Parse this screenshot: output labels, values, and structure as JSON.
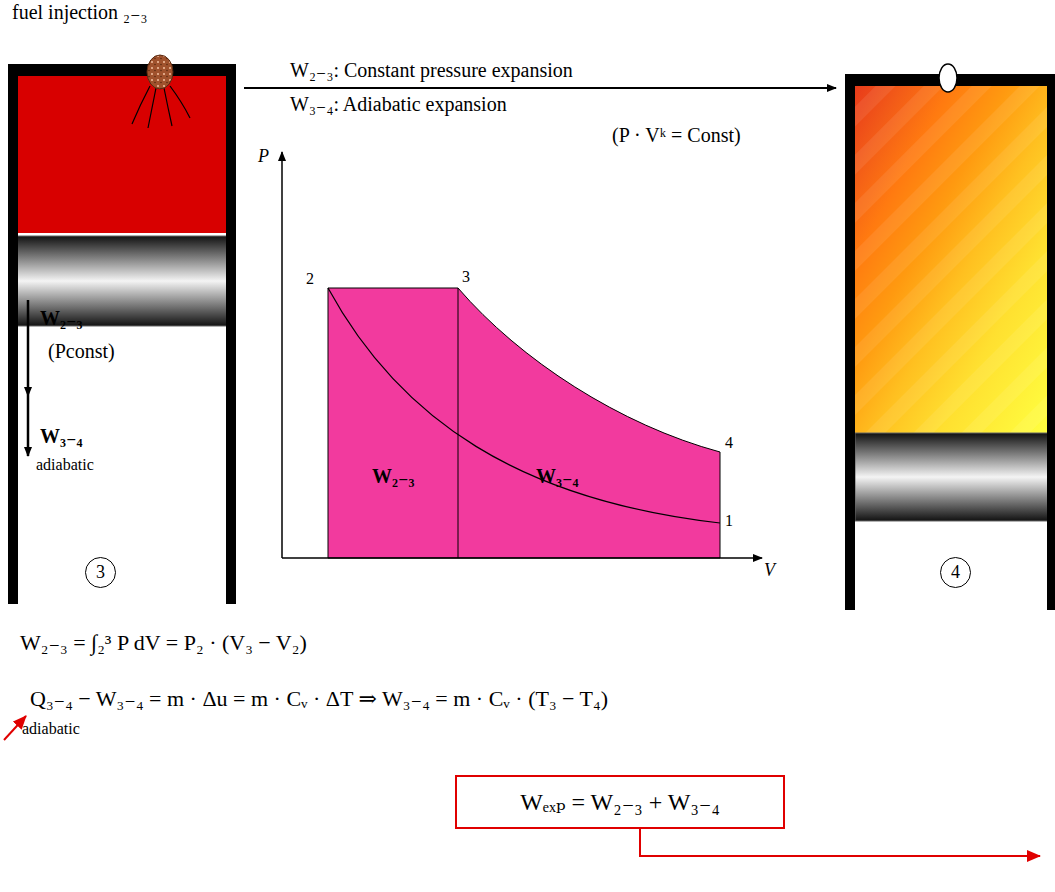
{
  "diagram": {
    "nodes": [
      {
        "text": [
          "3"
        ]
      },
      {
        "text": [
          "4"
        ]
      },
      {
        "text": [
          "Wₑₓₚ = W₂₋₃ + W₃₋₄"
        ]
      }
    ],
    "labels": [
      "fuel injection ₂₋₃",
      "W₂₋₃: Constant pressure expansion",
      "W₃₋₄: Adiabatic expansion",
      "(P · Vᵏ = Const)",
      "P",
      "V",
      "2",
      "3",
      "4",
      "1",
      "W₂₋₃",
      "W₃₋₄",
      "W₂₋₃",
      "(Pconst)",
      "W₃₋₄",
      "adiabatic",
      "W₂₋₃ = ∫₂³ P dV = P₂ · (V₃ − V₂)",
      "Q₃₋₄ − W₃₋₄ = m · Δu = m · Cᵥ · ΔT  ⇒  W₃₋₄ = m · Cᵥ · (T₃ − T₄)",
      "adiabatic"
    ]
  }
}
